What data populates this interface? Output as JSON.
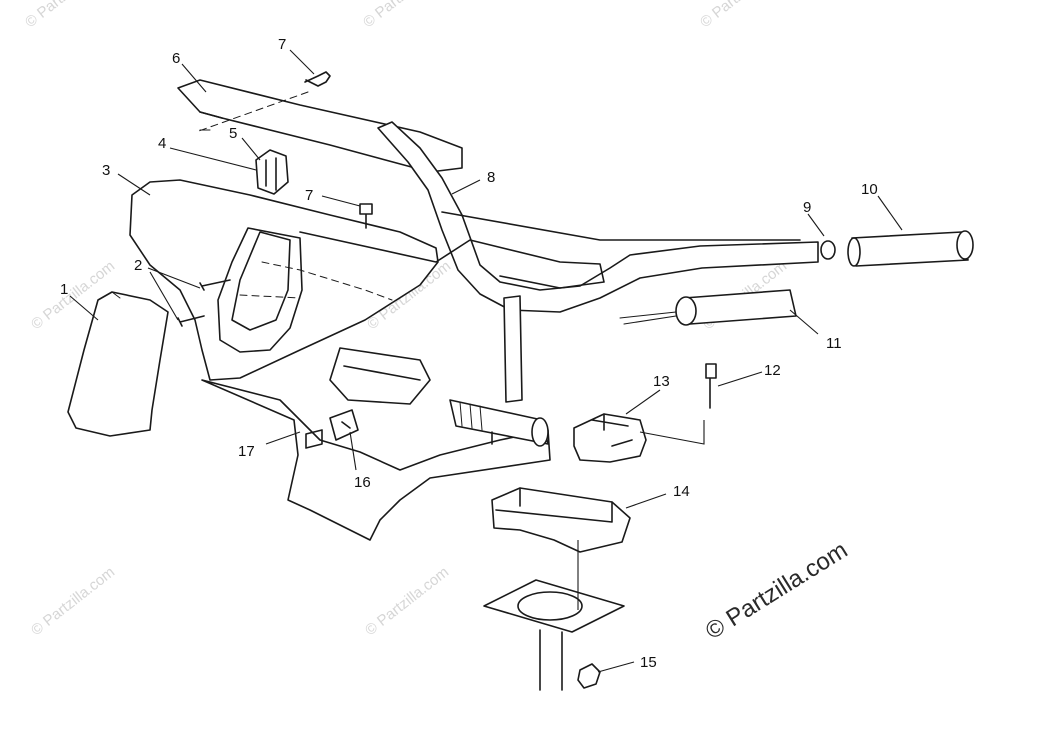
{
  "callouts": [
    "1",
    "2",
    "3",
    "4",
    "5",
    "6",
    "7",
    "7",
    "8",
    "9",
    "10",
    "11",
    "12",
    "13",
    "14",
    "15",
    "16",
    "17"
  ],
  "watermark": "© Partzilla.com",
  "watermark_color": "#d6d6d6",
  "line_color": "#1a1a1a"
}
